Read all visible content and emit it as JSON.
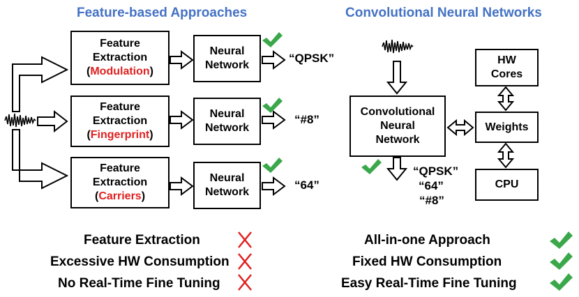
{
  "colors": {
    "title_blue": "#4472c4",
    "highlight_red": "#e02020",
    "check_green": "#3aa84a",
    "cross_red": "#e02020"
  },
  "left": {
    "title": "Feature-based Approaches",
    "branches": [
      {
        "fe_line1": "Feature",
        "fe_line2": "Extraction",
        "fe_paren_open": "(",
        "fe_kind": "Modulation",
        "fe_paren_close": ")",
        "nn_line1": "Neural",
        "nn_line2": "Network",
        "output": "“QPSK”"
      },
      {
        "fe_line1": "Feature",
        "fe_line2": "Extraction",
        "fe_paren_open": "(",
        "fe_kind": "Fingerprint",
        "fe_paren_close": ")",
        "nn_line1": "Neural",
        "nn_line2": "Network",
        "output": "“#8”"
      },
      {
        "fe_line1": "Feature",
        "fe_line2": "Extraction",
        "fe_paren_open": "(",
        "fe_kind": "Carriers",
        "fe_paren_close": ")",
        "nn_line1": "Neural",
        "nn_line2": "Network",
        "output": "“64”"
      }
    ],
    "drawbacks": [
      {
        "label": "Feature Extraction",
        "mark": "cross-icon"
      },
      {
        "label": "Excessive HW Consumption",
        "mark": "cross-icon"
      },
      {
        "label": "No Real-Time Fine Tuning",
        "mark": "cross-icon"
      }
    ]
  },
  "right": {
    "title": "Convolutional Neural Networks",
    "cnn_line1": "Convolutional",
    "cnn_line2": "Neural",
    "cnn_line3": "Network",
    "hw_line1": "HW",
    "hw_line2": "Cores",
    "weights": "Weights",
    "cpu": "CPU",
    "outputs": [
      "“QPSK”",
      "“64”",
      "“#8”"
    ],
    "advantages": [
      {
        "label": "All-in-one Approach",
        "mark": "check-icon"
      },
      {
        "label": "Fixed HW Consumption",
        "mark": "check-icon"
      },
      {
        "label": "Easy Real-Time Fine Tuning",
        "mark": "check-icon"
      }
    ]
  }
}
